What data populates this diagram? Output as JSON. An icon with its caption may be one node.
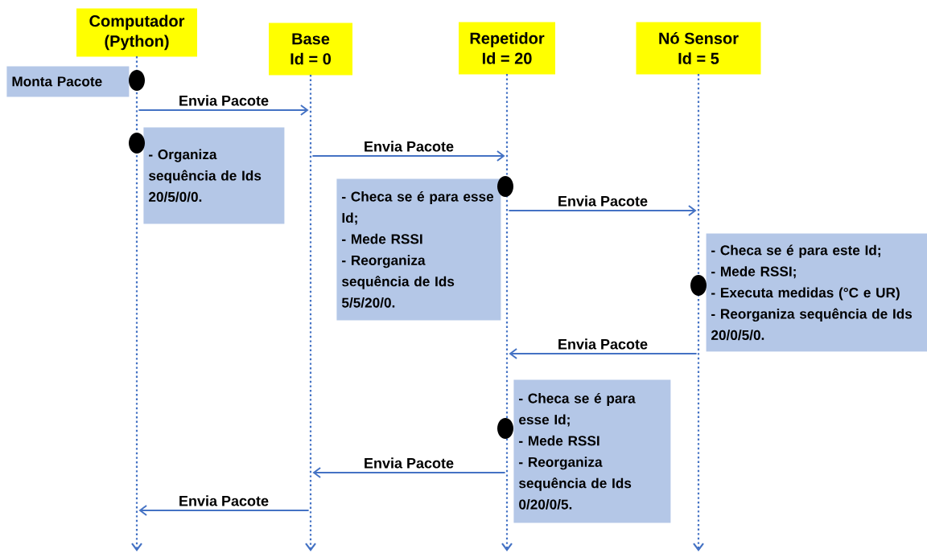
{
  "diagram": {
    "nodes": [
      {
        "text": [
          "Computador",
          "(Python)"
        ]
      },
      {
        "text": [
          "Base",
          "Id = 0"
        ]
      },
      {
        "text": [
          "Repetidor",
          "Id = 20"
        ]
      },
      {
        "text": [
          "Nó Sensor",
          "Id = 5"
        ]
      },
      {
        "text": [],
        "shape": "line"
      },
      {
        "text": [],
        "shape": "line"
      },
      {
        "text": [],
        "shape": "line"
      },
      {
        "text": [],
        "shape": "line"
      },
      {
        "text": [
          "Monta Pacote"
        ]
      },
      {
        "text": [
          "- Organiza sequência de Ids 20/5/0/0."
        ]
      },
      {
        "text": [
          "- Checa se é para esse Id;",
          "- Mede RSSI",
          "- Reorganiza sequência de Ids 5/5/20/0."
        ]
      },
      {
        "text": [
          "- Checa se é para este Id;",
          "- Mede RSSI;",
          "- Executa medidas (°C e UR)",
          "- Reorganiza sequência de Ids 20/0/5/0."
        ]
      },
      {
        "text": [
          "- Checa se é para esse Id;",
          "- Mede RSSI",
          "- Reorganiza sequência de Ids 0/20/0/5."
        ]
      }
    ],
    "edges": [
      {
        "from": 4,
        "to": 5,
        "arrow": "to",
        "label": "Envia Pacote"
      },
      {
        "from": 5,
        "to": 6,
        "arrow": "to",
        "label": "Envia Pacote"
      },
      {
        "from": 6,
        "to": 7,
        "arrow": "to",
        "label": "Envia Pacote"
      },
      {
        "from": 7,
        "to": 6,
        "arrow": "to",
        "label": "Envia Pacote"
      },
      {
        "from": 6,
        "to": 5,
        "arrow": "to",
        "label": "Envia Pacote"
      },
      {
        "from": 5,
        "to": 4,
        "arrow": "to",
        "label": "Envia Pacote"
      }
    ]
  }
}
